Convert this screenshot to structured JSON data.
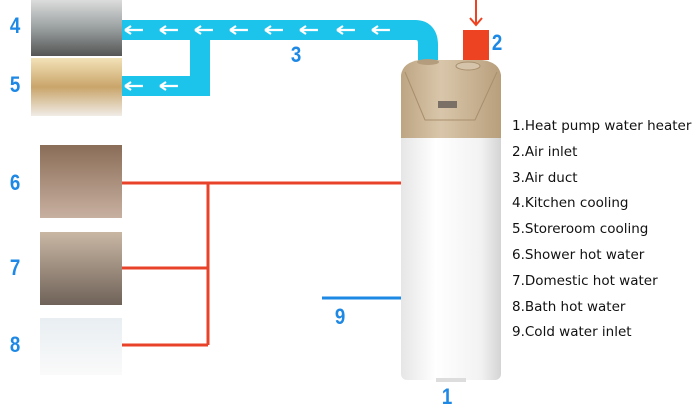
{
  "title": "Heat pump water heater system diagram",
  "colors": {
    "duct": "#1cc4ec",
    "hot": "#e8432a",
    "cold": "#1e88e5",
    "cap": "#cbb497",
    "label": "#1e88e5"
  },
  "callouts": [
    "1",
    "2",
    "3",
    "4",
    "5",
    "6",
    "7",
    "8",
    "9"
  ],
  "legend": [
    "1.Heat pump water heater",
    "2.Air inlet",
    "3.Air duct",
    "4.Kitchen cooling",
    "5.Storeroom cooling",
    "6.Shower hot water",
    "7.Domestic hot water",
    "8.Bath hot water",
    "9.Cold water inlet"
  ]
}
